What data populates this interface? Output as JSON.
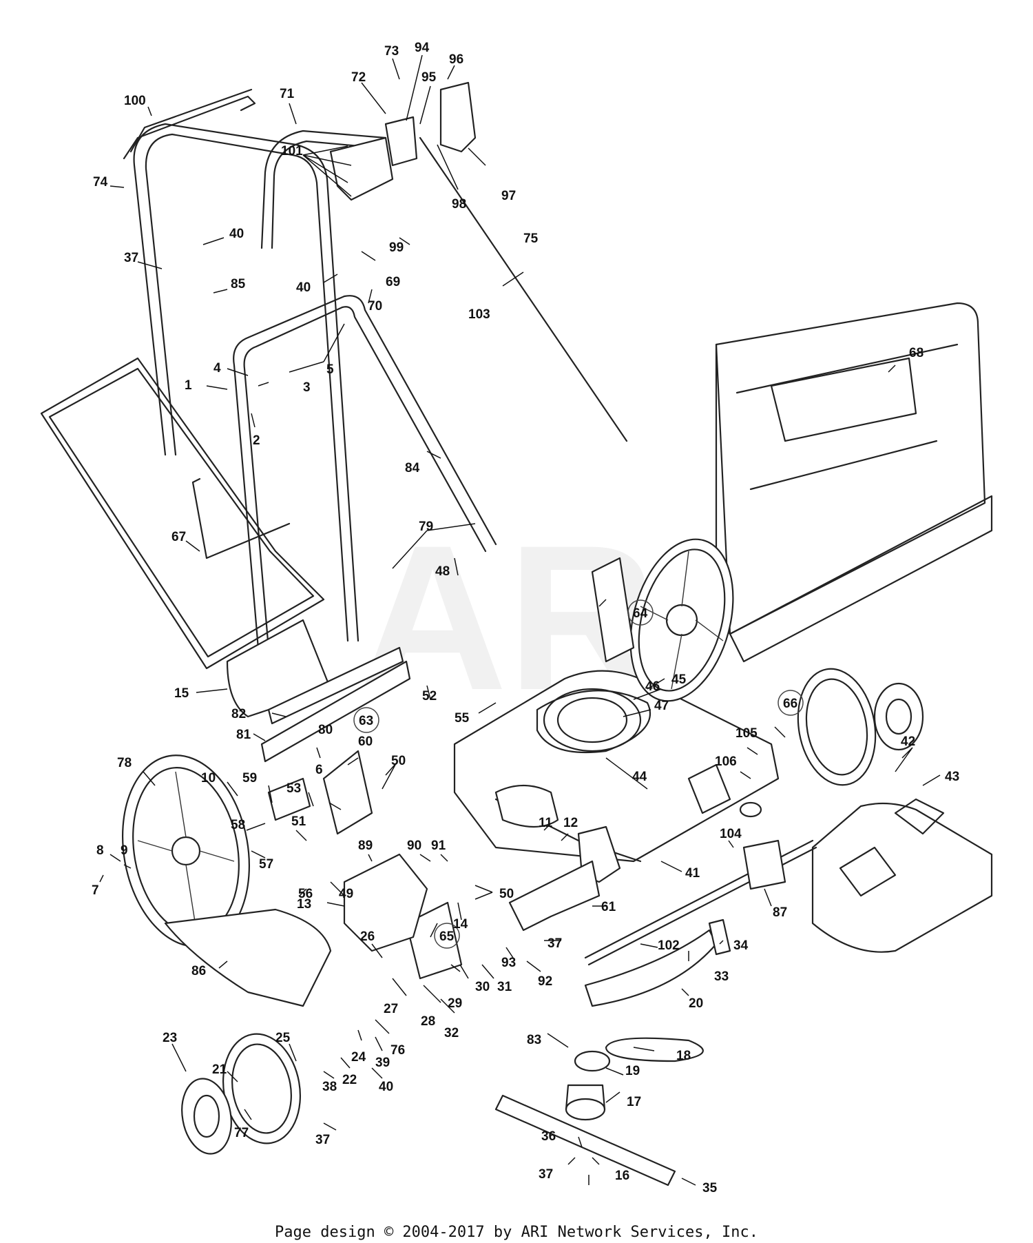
{
  "footer": "Page design © 2004-2017 by ARI Network Services, Inc.",
  "watermark": "ARI",
  "callouts": [
    {
      "id": "c100",
      "text": "100"
    },
    {
      "id": "c71",
      "text": "71"
    },
    {
      "id": "c72",
      "text": "72"
    },
    {
      "id": "c73",
      "text": "73"
    },
    {
      "id": "c94",
      "text": "94"
    },
    {
      "id": "c95",
      "text": "95"
    },
    {
      "id": "c96",
      "text": "96"
    },
    {
      "id": "c74",
      "text": "74"
    },
    {
      "id": "c101",
      "text": "101"
    },
    {
      "id": "c98",
      "text": "98"
    },
    {
      "id": "c97",
      "text": "97"
    },
    {
      "id": "c40a",
      "text": "40"
    },
    {
      "id": "c37a",
      "text": "37"
    },
    {
      "id": "c99",
      "text": "99"
    },
    {
      "id": "c75",
      "text": "75"
    },
    {
      "id": "c85",
      "text": "85"
    },
    {
      "id": "c40b",
      "text": "40"
    },
    {
      "id": "c69",
      "text": "69"
    },
    {
      "id": "c70",
      "text": "70"
    },
    {
      "id": "c103",
      "text": "103"
    },
    {
      "id": "c5",
      "text": "5"
    },
    {
      "id": "c4",
      "text": "4"
    },
    {
      "id": "c1",
      "text": "1"
    },
    {
      "id": "c3",
      "text": "3"
    },
    {
      "id": "c68",
      "text": "68"
    },
    {
      "id": "c2",
      "text": "2"
    },
    {
      "id": "c84",
      "text": "84"
    },
    {
      "id": "c67",
      "text": "67"
    },
    {
      "id": "c79",
      "text": "79"
    },
    {
      "id": "c48",
      "text": "48"
    },
    {
      "id": "c64",
      "text": "64"
    },
    {
      "id": "c15",
      "text": "15"
    },
    {
      "id": "c82",
      "text": "82"
    },
    {
      "id": "c52",
      "text": "52"
    },
    {
      "id": "c55",
      "text": "55"
    },
    {
      "id": "c46",
      "text": "46"
    },
    {
      "id": "c45",
      "text": "45"
    },
    {
      "id": "c47",
      "text": "47"
    },
    {
      "id": "c66",
      "text": "66"
    },
    {
      "id": "c63",
      "text": "63"
    },
    {
      "id": "c81",
      "text": "81"
    },
    {
      "id": "c80",
      "text": "80"
    },
    {
      "id": "c60",
      "text": "60"
    },
    {
      "id": "c105",
      "text": "105"
    },
    {
      "id": "c42",
      "text": "42"
    },
    {
      "id": "c78",
      "text": "78"
    },
    {
      "id": "c10",
      "text": "10"
    },
    {
      "id": "c59",
      "text": "59"
    },
    {
      "id": "c53",
      "text": "53"
    },
    {
      "id": "c6",
      "text": "6"
    },
    {
      "id": "c50a",
      "text": "50"
    },
    {
      "id": "c44",
      "text": "44"
    },
    {
      "id": "c106",
      "text": "106"
    },
    {
      "id": "c43",
      "text": "43"
    },
    {
      "id": "c58",
      "text": "58"
    },
    {
      "id": "c51",
      "text": "51"
    },
    {
      "id": "c104",
      "text": "104"
    },
    {
      "id": "c11",
      "text": "11"
    },
    {
      "id": "c12",
      "text": "12"
    },
    {
      "id": "c8",
      "text": "8"
    },
    {
      "id": "c9",
      "text": "9"
    },
    {
      "id": "c57",
      "text": "57"
    },
    {
      "id": "c89",
      "text": "89"
    },
    {
      "id": "c90",
      "text": "90"
    },
    {
      "id": "c91",
      "text": "91"
    },
    {
      "id": "c41",
      "text": "41"
    },
    {
      "id": "c7",
      "text": "7"
    },
    {
      "id": "c56",
      "text": "56"
    },
    {
      "id": "c49",
      "text": "49"
    },
    {
      "id": "c50b",
      "text": "50"
    },
    {
      "id": "c87",
      "text": "87"
    },
    {
      "id": "c13",
      "text": "13"
    },
    {
      "id": "c14",
      "text": "14"
    },
    {
      "id": "c61",
      "text": "61"
    },
    {
      "id": "c65",
      "text": "65"
    },
    {
      "id": "c26",
      "text": "26"
    },
    {
      "id": "c37b",
      "text": "37"
    },
    {
      "id": "c102",
      "text": "102"
    },
    {
      "id": "c34",
      "text": "34"
    },
    {
      "id": "c86",
      "text": "86"
    },
    {
      "id": "c93",
      "text": "93"
    },
    {
      "id": "c33",
      "text": "33"
    },
    {
      "id": "c92",
      "text": "92"
    },
    {
      "id": "c30",
      "text": "30"
    },
    {
      "id": "c31",
      "text": "31"
    },
    {
      "id": "c29",
      "text": "29"
    },
    {
      "id": "c27",
      "text": "27"
    },
    {
      "id": "c28",
      "text": "28"
    },
    {
      "id": "c32",
      "text": "32"
    },
    {
      "id": "c20",
      "text": "20"
    },
    {
      "id": "c25",
      "text": "25"
    },
    {
      "id": "c76",
      "text": "76"
    },
    {
      "id": "c23",
      "text": "23"
    },
    {
      "id": "c24",
      "text": "24"
    },
    {
      "id": "c39",
      "text": "39"
    },
    {
      "id": "c83",
      "text": "83"
    },
    {
      "id": "c18",
      "text": "18"
    },
    {
      "id": "c21",
      "text": "21"
    },
    {
      "id": "c22",
      "text": "22"
    },
    {
      "id": "c40c",
      "text": "40"
    },
    {
      "id": "c19",
      "text": "19"
    },
    {
      "id": "c38",
      "text": "38"
    },
    {
      "id": "c17",
      "text": "17"
    },
    {
      "id": "c77",
      "text": "77"
    },
    {
      "id": "c37c",
      "text": "37"
    },
    {
      "id": "c36",
      "text": "36"
    },
    {
      "id": "c37d",
      "text": "37"
    },
    {
      "id": "c16",
      "text": "16"
    },
    {
      "id": "c35",
      "text": "35"
    }
  ]
}
